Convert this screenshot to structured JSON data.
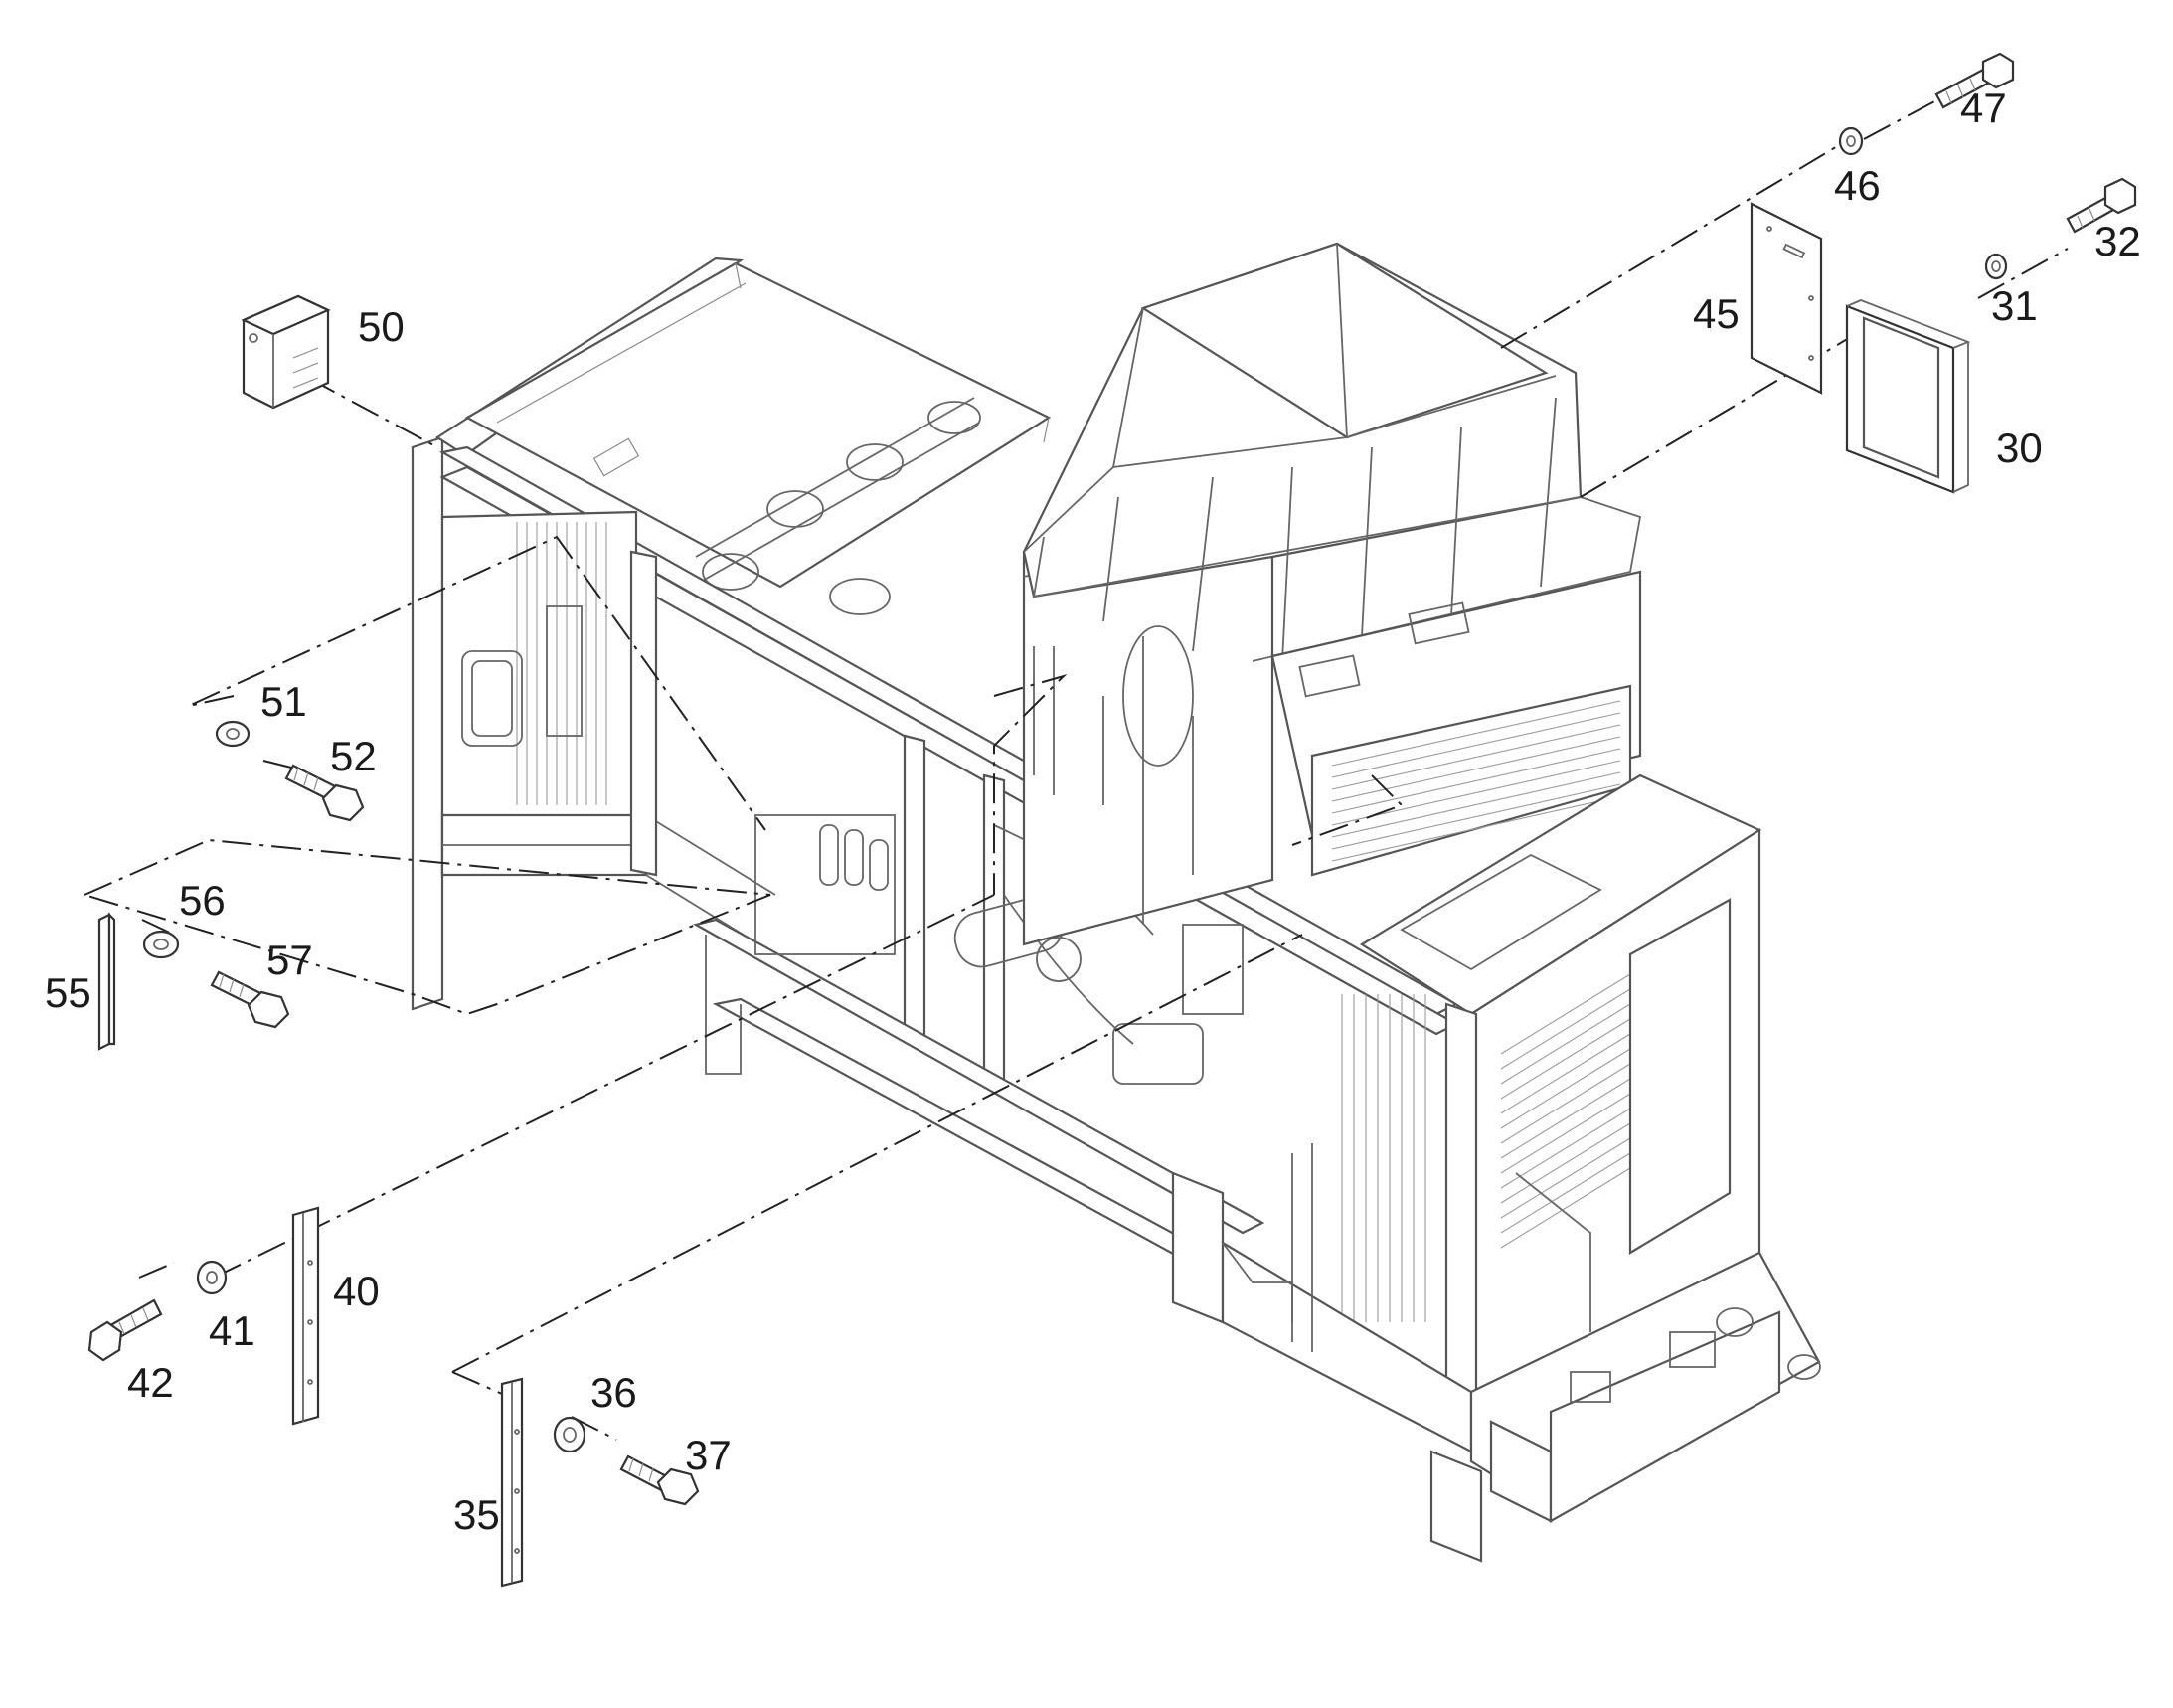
{
  "diagram": {
    "callouts": {
      "p30": "30",
      "p31": "31",
      "p32": "32",
      "p35": "35",
      "p36": "36",
      "p37": "37",
      "p40": "40",
      "p41": "41",
      "p42": "42",
      "p45": "45",
      "p46": "46",
      "p47": "47",
      "p50": "50",
      "p51": "51",
      "p52": "52",
      "p55": "55",
      "p56": "56",
      "p57": "57"
    }
  }
}
